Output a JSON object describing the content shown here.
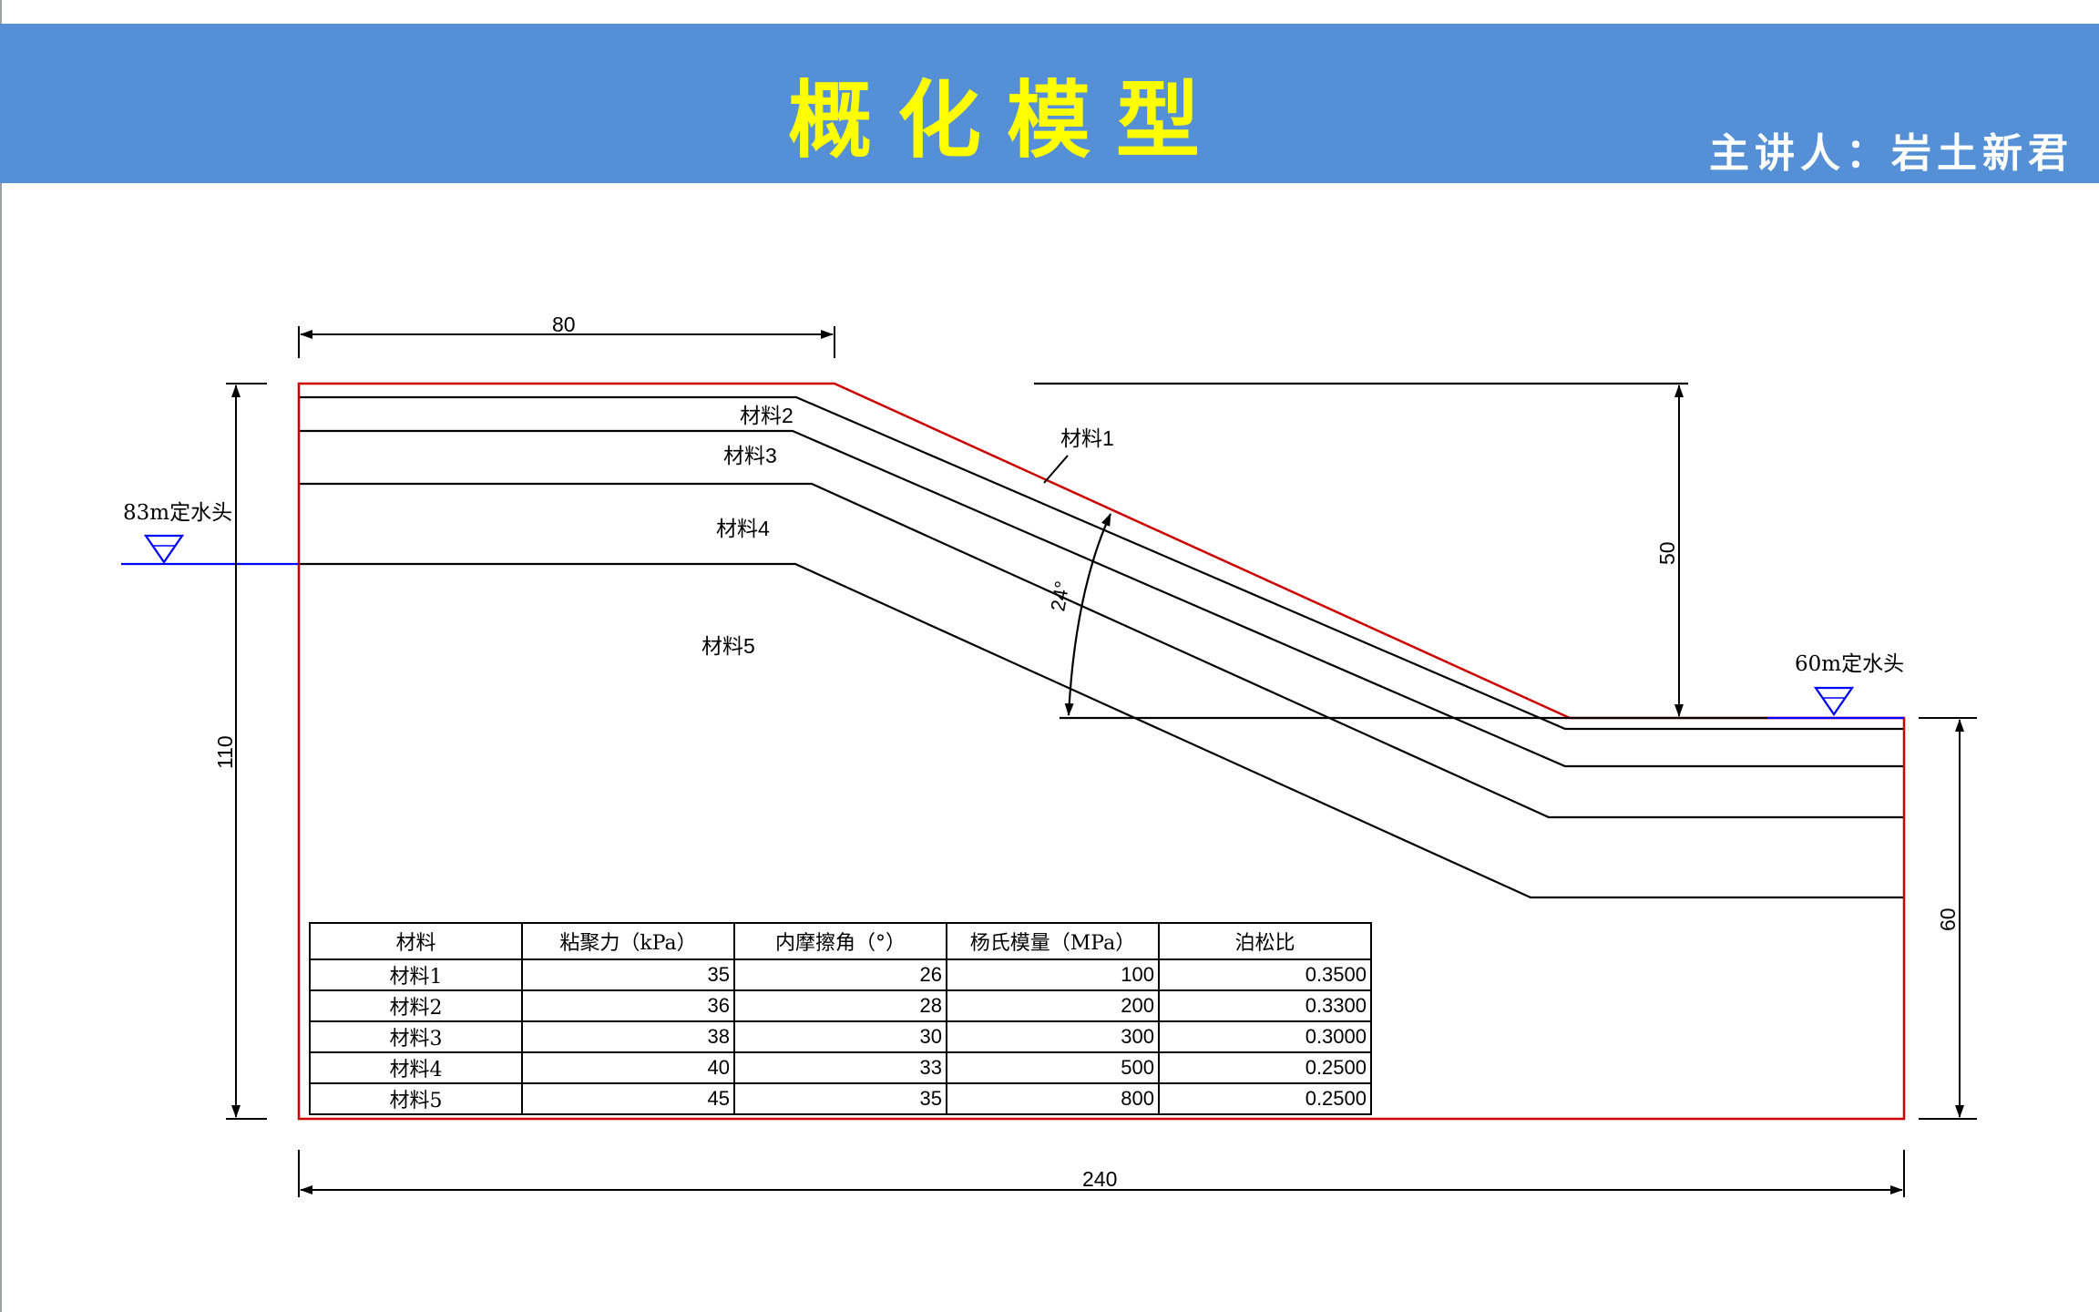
{
  "header": {
    "title": "概化模型",
    "presenter": "主讲人：岩土新君"
  },
  "dimensions": {
    "top_width": "80",
    "total_height": "110",
    "total_width": "240",
    "slope_height": "50",
    "right_height": "60",
    "slope_angle": "24°"
  },
  "materials_labels": {
    "m1": "材料1",
    "m2": "材料2",
    "m3": "材料3",
    "m4": "材料4",
    "m5": "材料5"
  },
  "water": {
    "left_head": "83m定水头",
    "right_head": "60m定水头",
    "color": "#0000ff"
  },
  "colors": {
    "boundary": "#cc0000",
    "header_bg": "#5590d6",
    "title": "#ffff00"
  },
  "table": {
    "headers": [
      "材料",
      "粘聚力（kPa）",
      "内摩擦角（°）",
      "杨氏模量（MPa）",
      "泊松比"
    ],
    "rows": [
      [
        "材料1",
        "35",
        "26",
        "100",
        "0.3500"
      ],
      [
        "材料2",
        "36",
        "28",
        "200",
        "0.3300"
      ],
      [
        "材料3",
        "38",
        "30",
        "300",
        "0.3000"
      ],
      [
        "材料4",
        "40",
        "33",
        "500",
        "0.2500"
      ],
      [
        "材料5",
        "45",
        "35",
        "800",
        "0.2500"
      ]
    ]
  }
}
